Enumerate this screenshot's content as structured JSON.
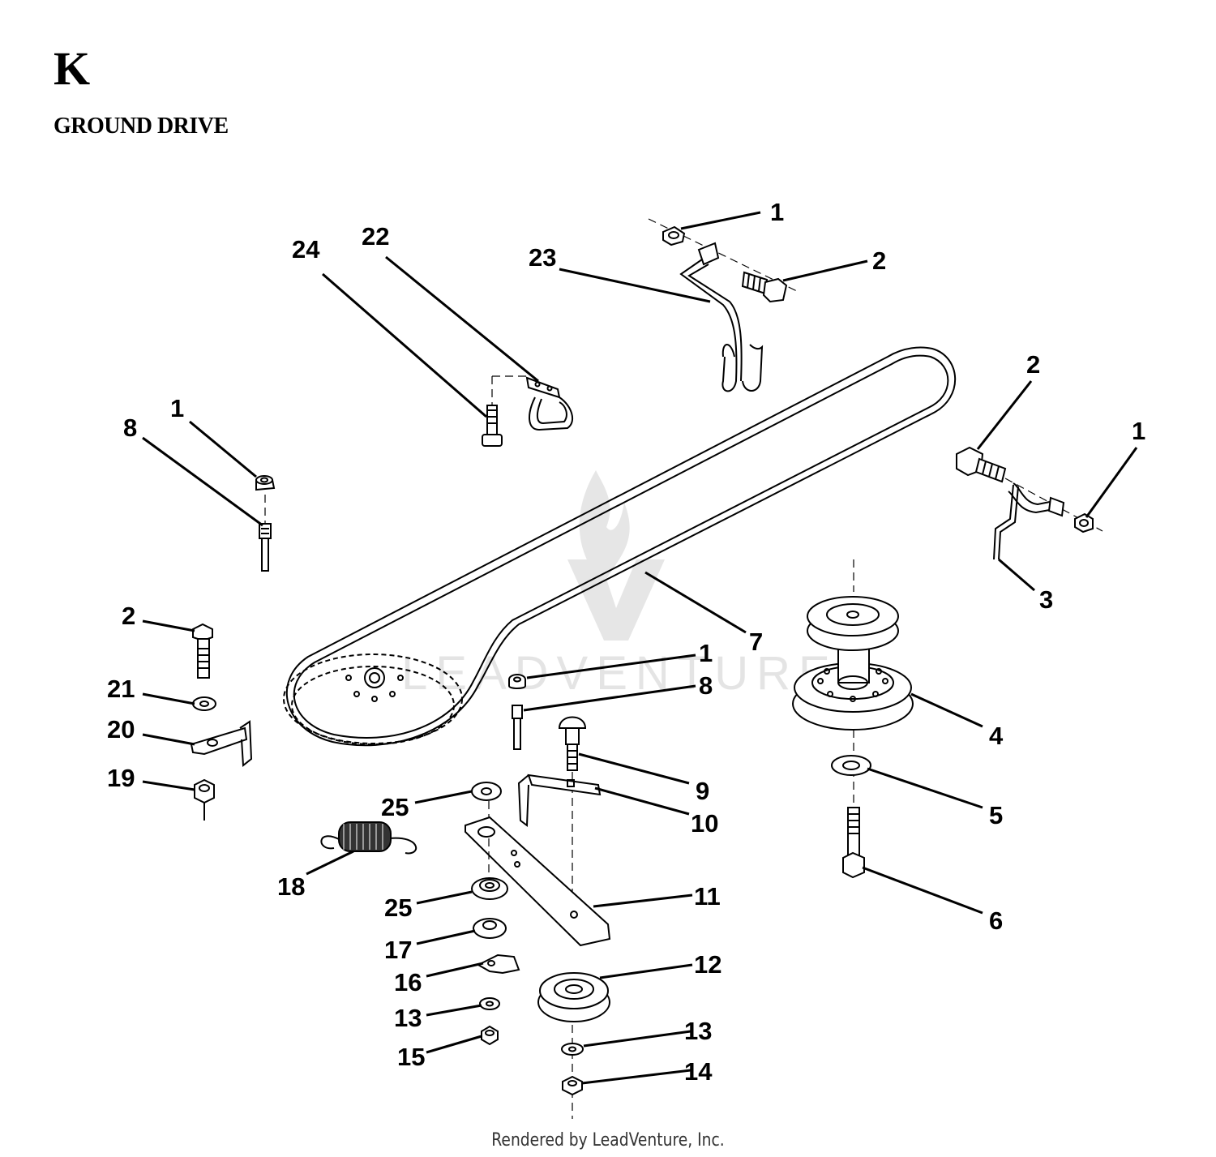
{
  "header": {
    "section_letter": "K",
    "section_title": "GROUND DRIVE"
  },
  "watermark": {
    "text": "LEADVENTURE"
  },
  "footer": {
    "text": "Rendered by LeadVenture, Inc."
  },
  "callouts": [
    {
      "id": "c24",
      "label": "24"
    },
    {
      "id": "c22",
      "label": "22"
    },
    {
      "id": "c23",
      "label": "23"
    },
    {
      "id": "c1a",
      "label": "1"
    },
    {
      "id": "c2a",
      "label": "2"
    },
    {
      "id": "c2b",
      "label": "2"
    },
    {
      "id": "c1b",
      "label": "1"
    },
    {
      "id": "c3",
      "label": "3"
    },
    {
      "id": "c1c",
      "label": "1"
    },
    {
      "id": "c8a",
      "label": "8"
    },
    {
      "id": "c7",
      "label": "7"
    },
    {
      "id": "c2c",
      "label": "2"
    },
    {
      "id": "c21",
      "label": "21"
    },
    {
      "id": "c20",
      "label": "20"
    },
    {
      "id": "c19",
      "label": "19"
    },
    {
      "id": "c1d",
      "label": "1"
    },
    {
      "id": "c8b",
      "label": "8"
    },
    {
      "id": "c4",
      "label": "4"
    },
    {
      "id": "c9",
      "label": "9"
    },
    {
      "id": "c5",
      "label": "5"
    },
    {
      "id": "c10",
      "label": "10"
    },
    {
      "id": "c25a",
      "label": "25"
    },
    {
      "id": "c18",
      "label": "18"
    },
    {
      "id": "c6",
      "label": "6"
    },
    {
      "id": "c11",
      "label": "11"
    },
    {
      "id": "c25b",
      "label": "25"
    },
    {
      "id": "c17",
      "label": "17"
    },
    {
      "id": "c12",
      "label": "12"
    },
    {
      "id": "c16",
      "label": "16"
    },
    {
      "id": "c13a",
      "label": "13"
    },
    {
      "id": "c13b",
      "label": "13"
    },
    {
      "id": "c15",
      "label": "15"
    },
    {
      "id": "c14",
      "label": "14"
    }
  ]
}
